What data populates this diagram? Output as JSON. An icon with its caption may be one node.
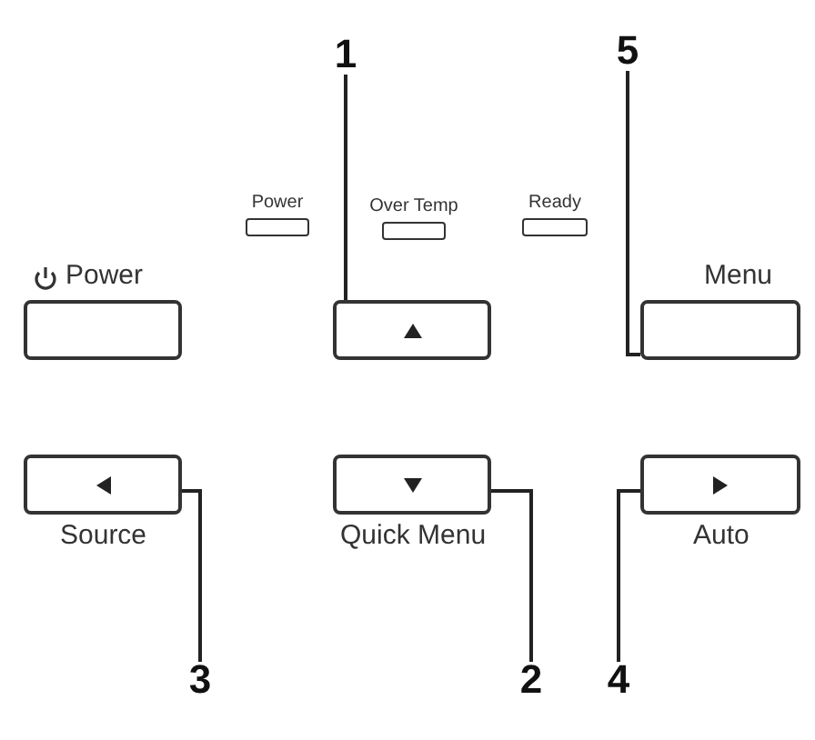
{
  "diagram": {
    "nodes": [
      {
        "text": [
          "1"
        ]
      },
      {
        "text": [
          "5"
        ]
      },
      {
        "text": [
          "Power"
        ]
      },
      {
        "text": [
          "Over Temp"
        ]
      },
      {
        "text": [
          "Ready"
        ]
      },
      {
        "text": [
          "Power"
        ]
      },
      {
        "text": [],
        "shape": "box"
      },
      {
        "text": [
          "Menu"
        ]
      },
      {
        "text": [
          "Source"
        ]
      },
      {
        "text": [
          "Quick Menu"
        ]
      },
      {
        "text": [
          "Auto"
        ]
      },
      {
        "text": [
          "3"
        ]
      },
      {
        "text": [
          "2"
        ]
      },
      {
        "text": [
          "4"
        ]
      }
    ],
    "edges": [
      {
        "from": 0,
        "to": 6,
        "arrow": "none"
      },
      {
        "from": 1,
        "to": 7,
        "arrow": "none"
      },
      {
        "from": 11,
        "to": 8,
        "arrow": "none"
      },
      {
        "from": 12,
        "to": 9,
        "arrow": "none"
      },
      {
        "from": 13,
        "to": 10,
        "arrow": "none"
      }
    ]
  }
}
